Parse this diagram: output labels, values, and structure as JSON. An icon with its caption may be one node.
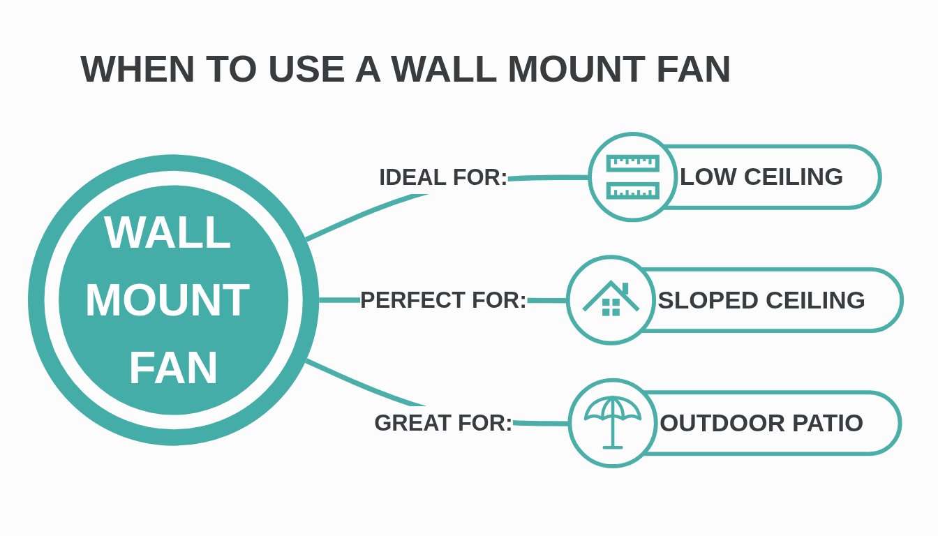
{
  "diagram": {
    "title": "WHEN TO USE A WALL MOUNT FAN",
    "nodes": [
      {
        "text": [
          "WALL MOUNT FAN"
        ]
      },
      {
        "text": [
          "LOW CEILING"
        ]
      },
      {
        "text": [
          "SLOPED CEILING"
        ]
      },
      {
        "text": [
          "OUTDOOR PATIO"
        ]
      }
    ],
    "edges": [
      {
        "from": 0,
        "to": 1,
        "arrow": "none",
        "label": "IDEAL FOR:"
      },
      {
        "from": 0,
        "to": 2,
        "arrow": "none",
        "label": "PERFECT FOR:"
      },
      {
        "from": 0,
        "to": 3,
        "arrow": "none",
        "label": "GREAT FOR:"
      }
    ]
  }
}
